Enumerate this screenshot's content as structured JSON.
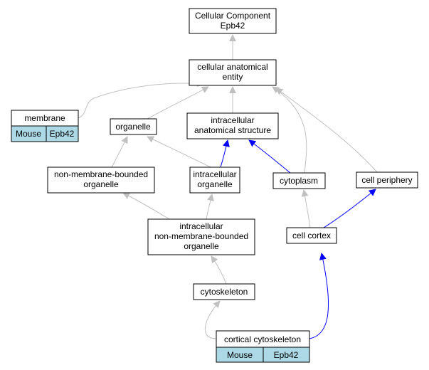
{
  "colors": {
    "gray_edge": "#c0c0c0",
    "blue_edge": "#0000ff",
    "table_cell": "#add8e6"
  },
  "nodes": {
    "cc_root": [
      "Cellular Component",
      "Epb42"
    ],
    "cae": [
      "cellular anatomical",
      "entity"
    ],
    "membrane": [
      "membrane"
    ],
    "membrane_species": "Mouse",
    "membrane_gene": "Epb42",
    "organelle": [
      "organelle"
    ],
    "ias": [
      "intracellular",
      "anatomical structure"
    ],
    "nmbo": [
      "non-membrane-bounded",
      "organelle"
    ],
    "io": [
      "intracellular",
      "organelle"
    ],
    "cytoplasm": [
      "cytoplasm"
    ],
    "periphery": [
      "cell periphery"
    ],
    "inmbo": [
      "intracellular",
      "non-membrane-bounded",
      "organelle"
    ],
    "cortex": [
      "cell cortex"
    ],
    "cytoskeleton": [
      "cytoskeleton"
    ],
    "cortical": [
      "cortical cytoskeleton"
    ],
    "cortical_species": "Mouse",
    "cortical_gene": "Epb42"
  },
  "edges": [
    {
      "from": "cae",
      "to": "cc_root",
      "kind": "gray"
    },
    {
      "from": "membrane",
      "to": "cae",
      "kind": "gray"
    },
    {
      "from": "organelle",
      "to": "cae",
      "kind": "gray"
    },
    {
      "from": "ias",
      "to": "cae",
      "kind": "gray"
    },
    {
      "from": "cytoplasm",
      "to": "cae",
      "kind": "gray"
    },
    {
      "from": "periphery",
      "to": "cae",
      "kind": "gray"
    },
    {
      "from": "nmbo",
      "to": "organelle",
      "kind": "gray"
    },
    {
      "from": "io",
      "to": "organelle",
      "kind": "gray"
    },
    {
      "from": "io",
      "to": "ias",
      "kind": "blue"
    },
    {
      "from": "cytoplasm",
      "to": "ias",
      "kind": "blue"
    },
    {
      "from": "inmbo",
      "to": "nmbo",
      "kind": "gray"
    },
    {
      "from": "inmbo",
      "to": "io",
      "kind": "gray"
    },
    {
      "from": "cortex",
      "to": "cytoplasm",
      "kind": "gray"
    },
    {
      "from": "cortex",
      "to": "periphery",
      "kind": "blue"
    },
    {
      "from": "cytoskeleton",
      "to": "inmbo",
      "kind": "gray"
    },
    {
      "from": "cortical",
      "to": "cytoskeleton",
      "kind": "gray"
    },
    {
      "from": "cortical",
      "to": "cortex",
      "kind": "blue"
    }
  ]
}
